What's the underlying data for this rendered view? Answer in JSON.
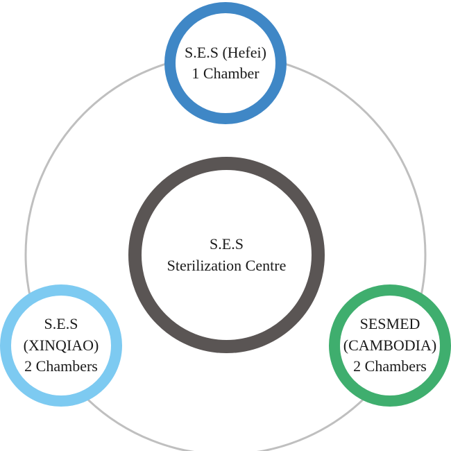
{
  "diagram": {
    "center": {
      "lines": [
        "S.E.S",
        "Sterilization Centre"
      ],
      "ring_color": "#5a5554"
    },
    "nodes": {
      "top": {
        "lines": [
          "S.E.S (Hefei)",
          "1 Chamber"
        ],
        "ring_color": "#3f87c6"
      },
      "left": {
        "lines": [
          "S.E.S",
          "(XINQIAO)",
          "2 Chambers"
        ],
        "ring_color": "#7dcaf1"
      },
      "right": {
        "lines": [
          "SESMED",
          "(CAMBODIA)",
          "2 Chambers"
        ],
        "ring_color": "#3fae6e"
      }
    },
    "orbit_color": "#bfbfbf"
  }
}
